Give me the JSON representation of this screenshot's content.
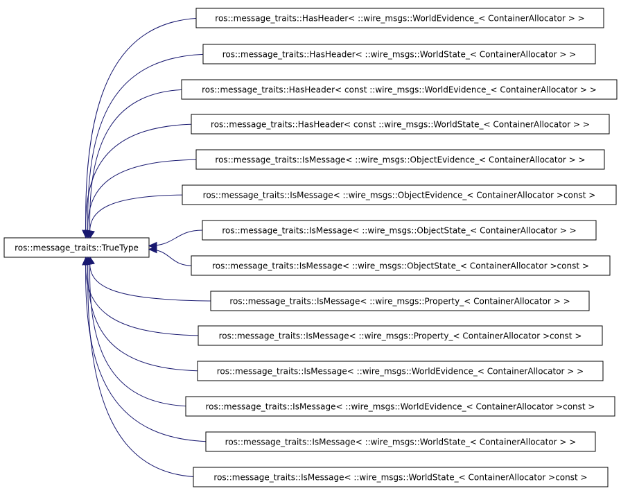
{
  "diagram": {
    "base_class": "ros::message_traits::TrueType",
    "derived_classes": [
      "ros::message_traits::HasHeader< ::wire_msgs::WorldEvidence_< ContainerAllocator > >",
      "ros::message_traits::HasHeader< ::wire_msgs::WorldState_< ContainerAllocator > >",
      "ros::message_traits::HasHeader< const ::wire_msgs::WorldEvidence_< ContainerAllocator > >",
      "ros::message_traits::HasHeader< const ::wire_msgs::WorldState_< ContainerAllocator > >",
      "ros::message_traits::IsMessage< ::wire_msgs::ObjectEvidence_< ContainerAllocator > >",
      "ros::message_traits::IsMessage< ::wire_msgs::ObjectEvidence_< ContainerAllocator >const >",
      "ros::message_traits::IsMessage< ::wire_msgs::ObjectState_< ContainerAllocator > >",
      "ros::message_traits::IsMessage< ::wire_msgs::ObjectState_< ContainerAllocator >const >",
      "ros::message_traits::IsMessage< ::wire_msgs::Property_< ContainerAllocator > >",
      "ros::message_traits::IsMessage< ::wire_msgs::Property_< ContainerAllocator >const >",
      "ros::message_traits::IsMessage< ::wire_msgs::WorldEvidence_< ContainerAllocator > >",
      "ros::message_traits::IsMessage< ::wire_msgs::WorldEvidence_< ContainerAllocator >const >",
      "ros::message_traits::IsMessage< ::wire_msgs::WorldState_< ContainerAllocator > >",
      "ros::message_traits::IsMessage< ::wire_msgs::WorldState_< ContainerAllocator >const >"
    ],
    "colors": {
      "edge": "#191970",
      "node_border": "#000000",
      "node_fill": "#ffffff"
    }
  }
}
